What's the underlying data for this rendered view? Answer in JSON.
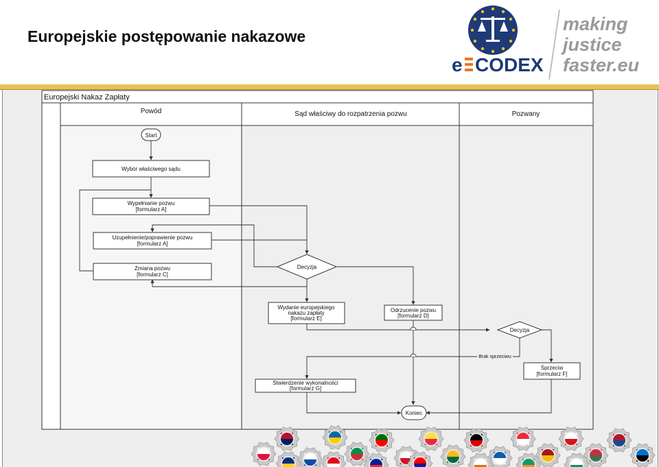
{
  "page": {
    "title": "Europejskie postępowanie nakazowe"
  },
  "logo": {
    "brand": "e-CODEX",
    "brand_prefix": "e",
    "brand_suffix": "CODEX",
    "tagline_line1": "making",
    "tagline_line2": "justice",
    "tagline_line3": "faster.eu",
    "colors": {
      "navy": "#1e3a78",
      "yellow": "#f0c020",
      "grey_text": "#9a9a9a",
      "orange": "#e87722"
    }
  },
  "diagram": {
    "pool_title": "Europejski Nakaz Zapłaty",
    "lanes": [
      "Powód",
      "Sąd właściwy do rozpatrzenia pozwu",
      "Pozwany"
    ],
    "start_label": "Start",
    "end_label": "Koniec",
    "steps": {
      "wybor": [
        "Wybór właściwego sądu"
      ],
      "wypelnianie": [
        "Wypełnianie pozwu",
        "[formularz A]"
      ],
      "uzupelnienie": [
        "Uzupełnienie/poprawienie pozwu",
        "[formularz A]"
      ],
      "zmiana": [
        "Zmiana pozwu",
        "[formularz C]"
      ],
      "wydanie": [
        "Wydanie europejskiego",
        "nakazu zapłaty",
        "[formularz E]"
      ],
      "odrzucenie": [
        "Odrzucenie pozwu",
        "[formularz D]"
      ],
      "stwierdzenie": [
        "Stwierdzenie wykonalności",
        "[formularz G]"
      ],
      "sprzeciw": [
        "Sprzeciw",
        "[formularz F]"
      ]
    },
    "decision_1": "Decyzja",
    "decision_2": "Decyzja",
    "edge_label_brak": "Brak sprzeciwu"
  },
  "footer": {
    "flag_gears": [
      "Poland",
      "Norway",
      "Slovakia",
      "Sweden",
      "Italy",
      "Portugal",
      "Malta",
      "Belgium",
      "Lithuania",
      "Germany",
      "Greece",
      "Austria",
      "Spain",
      "Czech Republic",
      "Hungary",
      "Netherlands",
      "Estonia",
      "Romania",
      "Turkey",
      "France",
      "Croatia",
      "Cyprus",
      "Ireland",
      "Bulgaria"
    ]
  }
}
